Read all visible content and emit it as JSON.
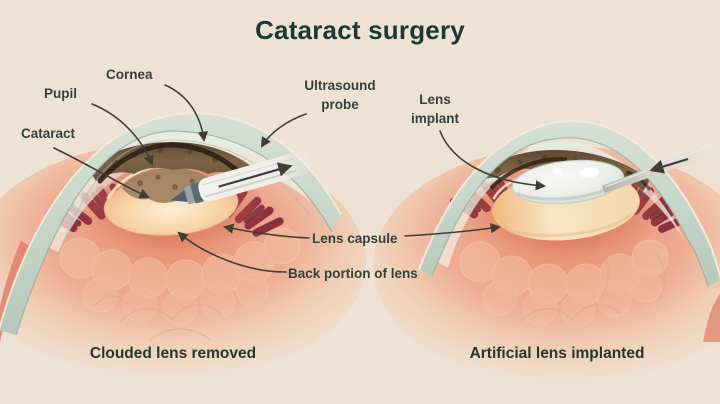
{
  "title": "Cataract surgery",
  "left_diagram": {
    "caption": "Clouded lens removed",
    "labels": {
      "cornea": "Cornea",
      "pupil": "Pupil",
      "cataract": "Cataract",
      "ultrasound_probe": "Ultrasound probe"
    }
  },
  "right_diagram": {
    "caption": "Artificial lens implanted",
    "labels": {
      "lens_implant": "Lens implant"
    }
  },
  "shared_labels": {
    "lens_capsule": "Lens capsule",
    "back_portion_of_lens": "Back portion of lens"
  },
  "colors": {
    "background": "#eee2d5",
    "title_text": "#1c3a31",
    "label_text": "#33413a",
    "arrow": "#443d34",
    "cornea_teal": "#c6d5ca",
    "cornea_outline_cream": "#f2ead9",
    "iris_brown": "#6f5638",
    "pupil_dark": "#2f2016",
    "eye_interior_salmon": "#ec9377",
    "ciliary_maroon": "#8c3140",
    "lens_peach": "#f8d6a8",
    "cataract_tan": "#a08261",
    "implant_white": "#eff1ed",
    "capsule_cream": "#f8e6c2",
    "probe_white": "#f3f2ef",
    "instrument_gray": "#d8d6d1"
  }
}
